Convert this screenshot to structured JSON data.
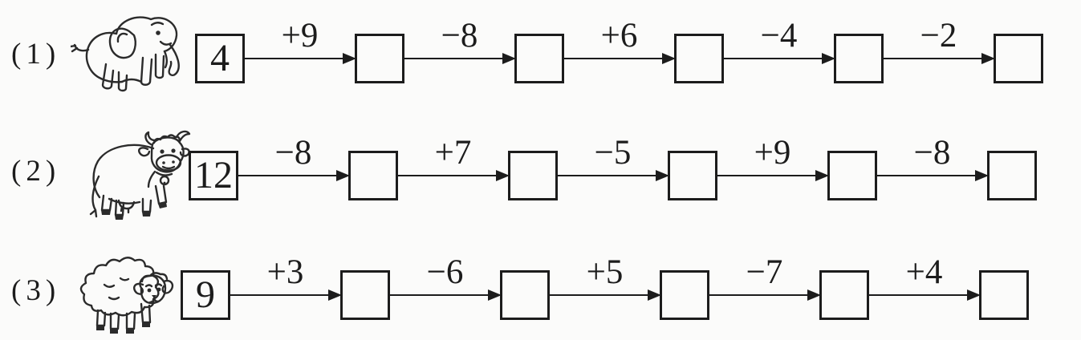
{
  "page": {
    "background": "#fbfbfa",
    "ink": "#1c1c1c"
  },
  "rows": [
    {
      "label": "(1)",
      "animal": "elephant",
      "animal_icon": "elephant-icon",
      "start": "4",
      "ops": [
        "+9",
        "−8",
        "+6",
        "−4",
        "−2"
      ]
    },
    {
      "label": "(2)",
      "animal": "cow",
      "animal_icon": "cow-icon",
      "start": "12",
      "ops": [
        "−8",
        "+7",
        "−5",
        "+9",
        "−8"
      ]
    },
    {
      "label": "(3)",
      "animal": "sheep",
      "animal_icon": "sheep-icon",
      "start": "9",
      "ops": [
        "+3",
        "−6",
        "+5",
        "−7",
        "+4"
      ]
    }
  ]
}
